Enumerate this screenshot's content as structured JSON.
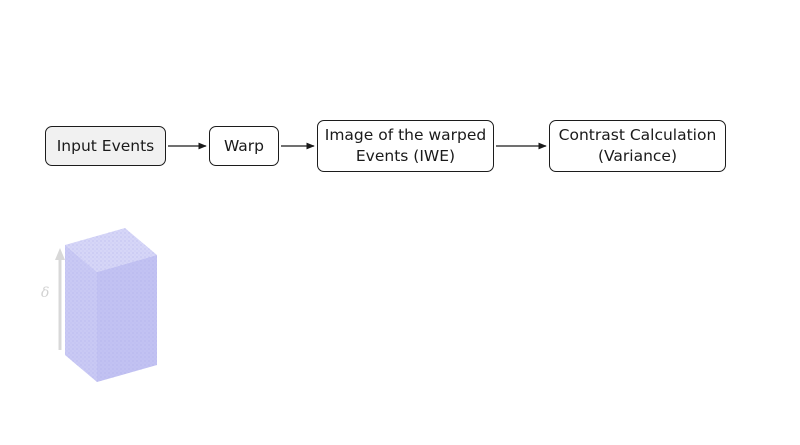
{
  "pipeline": {
    "input_events": "Input Events",
    "warp": "Warp",
    "iwe_line1": "Image of the warped",
    "iwe_line2": "Events (IWE)",
    "contrast_line1": "Contrast Calculation",
    "contrast_line2": "(Variance)"
  },
  "illustration": {
    "axis_symbol": "δ",
    "cube_color": "#c7c7f5",
    "axis_color": "#d8d8d8"
  }
}
